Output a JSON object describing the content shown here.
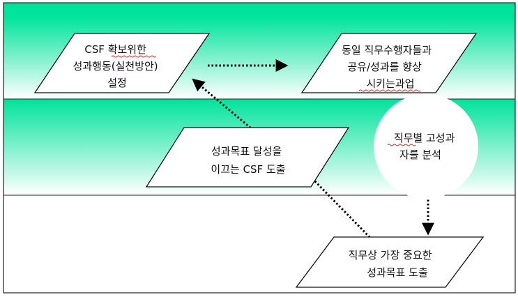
{
  "nodes": {
    "csf_action": {
      "lines": [
        "CSF 확보위한",
        "성과행동(실천방안)",
        "설정"
      ]
    },
    "share": {
      "lines": [
        "동일 직무수행자들과",
        "공유/성과를 향상",
        "시키는과업"
      ]
    },
    "derive_csf": {
      "lines": [
        "성과목표 달성을",
        "이끄는 CSF 도출"
      ]
    },
    "analyze": {
      "lines": [
        "직무별 고성과",
        "자를 분석"
      ]
    },
    "key_goal": {
      "lines": [
        "직무상 가장 중요한",
        "성과목표 도출"
      ]
    }
  },
  "colors": {
    "band_start": "#00e39a",
    "band_end": "#ffffff",
    "border": "#222222",
    "arrow": "#000000",
    "spellcheck": "#e0201c"
  }
}
